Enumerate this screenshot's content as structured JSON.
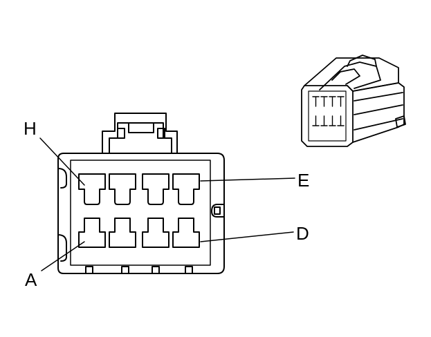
{
  "labels": {
    "top_left": "H",
    "bottom_left": "A",
    "top_right": "E",
    "bottom_right": "D"
  },
  "colors": {
    "line": "#000000",
    "background": "#ffffff"
  }
}
